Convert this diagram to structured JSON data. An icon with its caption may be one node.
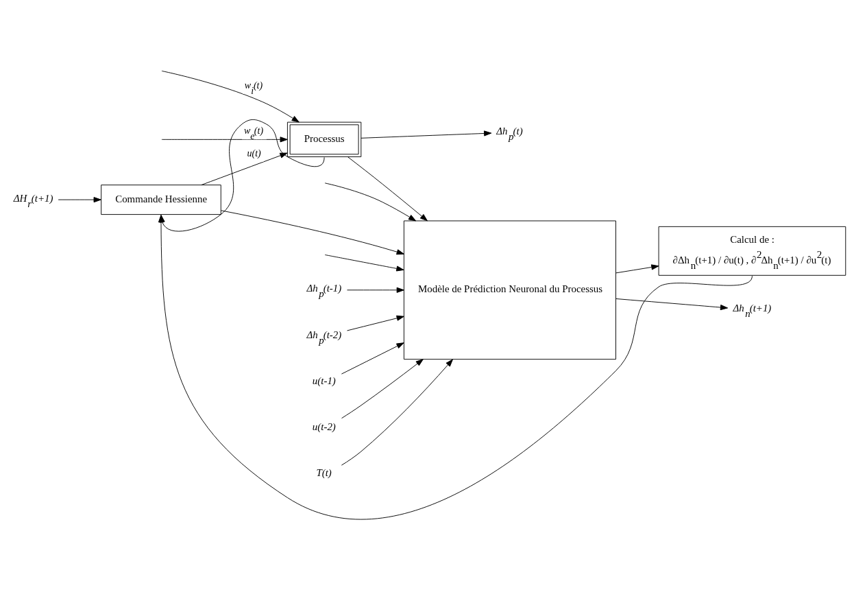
{
  "diagram": {
    "nodes": [
      {
        "text": [
          "ΔH$_{r}$(t+1)"
        ]
      },
      {
        "text": [
          "Commande Hessienne"
        ]
      },
      {
        "text": [
          "Processus"
        ]
      },
      {
        "text": [
          "Δh$_{p}$(t)"
        ]
      },
      {
        "text": [
          "Modèle de Prédiction Neuronal du Processus"
        ]
      },
      {
        "text": [
          "Δh$_{p}$(t-1)"
        ]
      },
      {
        "text": [
          "Δh$_{p}$(t-2)"
        ]
      },
      {
        "text": [
          "u(t-1)"
        ]
      },
      {
        "text": [
          "u(t-2)"
        ]
      },
      {
        "text": [
          "T(t)"
        ]
      },
      {
        "text": [
          "Δh$_{n}$(t+1)"
        ]
      },
      {
        "text": [
          "Calcul de :",
          "∂Δh$_{n}$(t+1) / ∂u(t) , ∂$^{2}$Δh$_{n}$(t+1) / ∂u$^{2}$(t)"
        ]
      }
    ],
    "edges": [
      {
        "from": 0,
        "to": 1,
        "arrow": "to"
      },
      {
        "from": 1,
        "to": 2,
        "arrow": "to",
        "label": "u(t)"
      },
      {
        "from": 1,
        "to": 4,
        "arrow": "to"
      },
      {
        "from": null,
        "to": 2,
        "arrow": "to",
        "label": "w$_{i}$(t)"
      },
      {
        "from": null,
        "to": 2,
        "arrow": "to",
        "label": "w$_{e}$(t)"
      },
      {
        "from": null,
        "to": 4,
        "arrow": "to"
      },
      {
        "from": null,
        "to": 4,
        "arrow": "to"
      },
      {
        "from": 2,
        "to": 3,
        "arrow": "to"
      },
      {
        "from": 2,
        "to": 1,
        "arrow": "to"
      },
      {
        "from": 2,
        "to": 4,
        "arrow": "to"
      },
      {
        "from": 5,
        "to": 4,
        "arrow": "to"
      },
      {
        "from": 6,
        "to": 4,
        "arrow": "to"
      },
      {
        "from": 7,
        "to": 4,
        "arrow": "to"
      },
      {
        "from": 8,
        "to": 4,
        "arrow": "to"
      },
      {
        "from": 9,
        "to": 4,
        "arrow": "to"
      },
      {
        "from": 4,
        "to": 10,
        "arrow": "to"
      },
      {
        "from": 4,
        "to": 11,
        "arrow": "to"
      },
      {
        "from": 11,
        "to": 1,
        "arrow": "to"
      }
    ]
  }
}
